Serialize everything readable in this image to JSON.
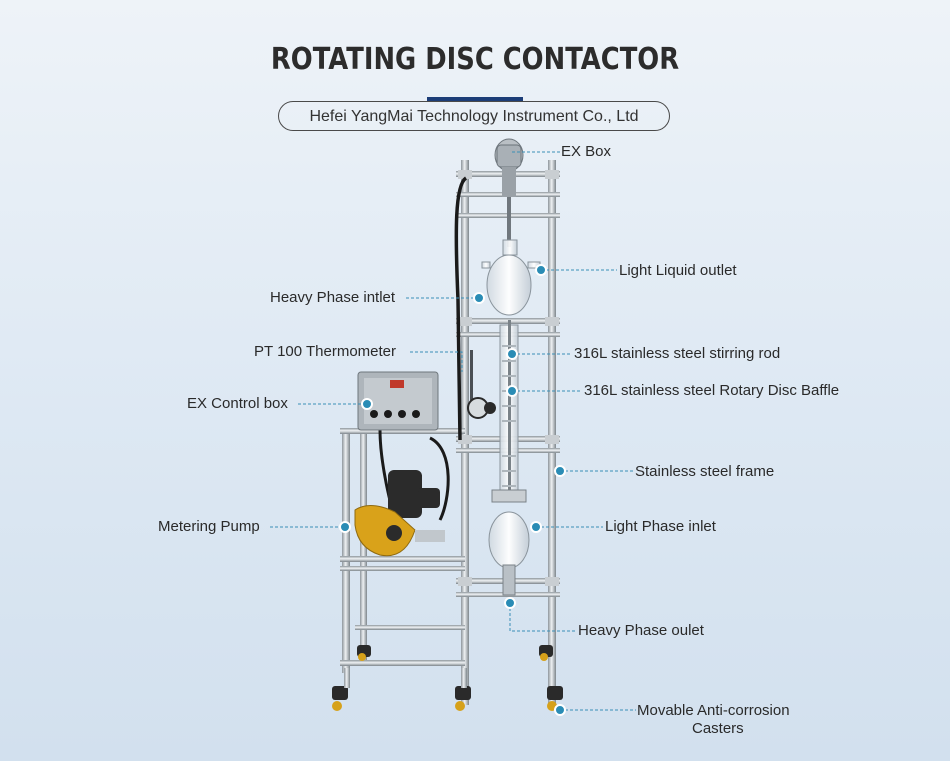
{
  "title": "ROTATING DISC CONTACTOR",
  "subtitle": "Hefei YangMai Technology Instrument Co., Ltd",
  "colors": {
    "leader": "#3a8fb7",
    "dot": "#2a8cb5",
    "title_bar": "#1c3d78",
    "pump": "#d9a21a"
  },
  "labels": {
    "ex_box": "EX Box",
    "light_liquid_outlet": "Light Liquid outlet",
    "heavy_phase_inlet": "Heavy Phase intlet",
    "pt100": "PT 100 Thermometer",
    "stirring_rod": "316L stainless steel stirring rod",
    "disc_baffle": "316L stainless steel  Rotary Disc Baffle",
    "ex_control_box": "EX Control box",
    "steel_frame": "Stainless steel frame",
    "metering_pump": "Metering Pump",
    "light_phase_inlet": "Light Phase inlet",
    "heavy_phase_outlet": "Heavy Phase oulet",
    "casters_line1": "Movable Anti-corrosion",
    "casters_line2": "Casters"
  }
}
